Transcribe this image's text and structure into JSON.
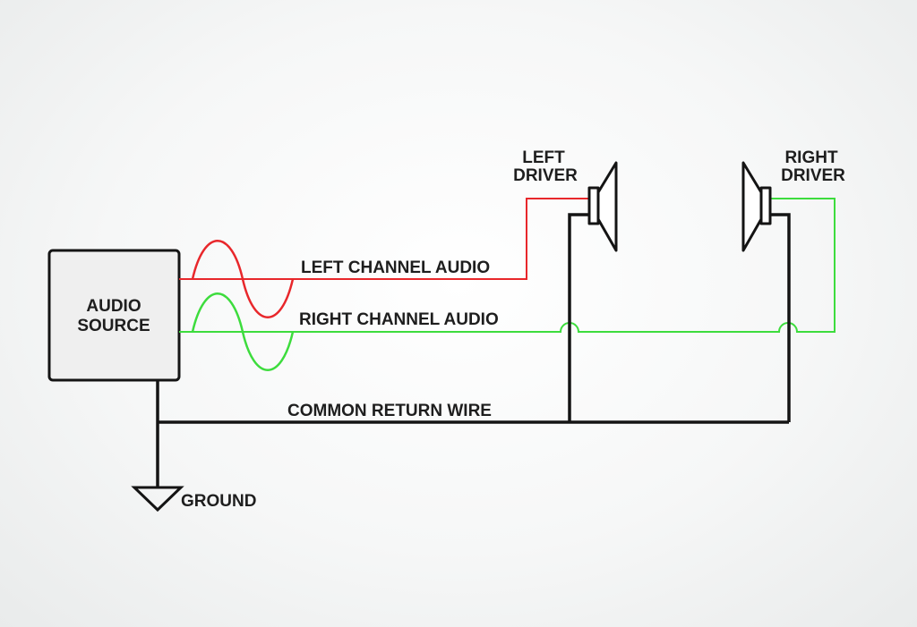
{
  "source": {
    "line1": "AUDIO",
    "line2": "SOURCE"
  },
  "signals": {
    "left": {
      "label": "LEFT CHANNEL AUDIO"
    },
    "right": {
      "label": "RIGHT CHANNEL AUDIO"
    }
  },
  "drivers": {
    "left": {
      "line1": "LEFT",
      "line2": "DRIVER"
    },
    "right": {
      "line1": "RIGHT",
      "line2": "DRIVER"
    }
  },
  "return_label": "COMMON RETURN WIRE",
  "ground_label": "GROUND",
  "colors": {
    "left_channel": "#e8272b",
    "right_channel": "#3ddc3d",
    "wire": "#141414",
    "box_fill": "#efefef"
  },
  "icons": [
    "speaker-icon",
    "ground-icon",
    "sine-wave-icon"
  ]
}
